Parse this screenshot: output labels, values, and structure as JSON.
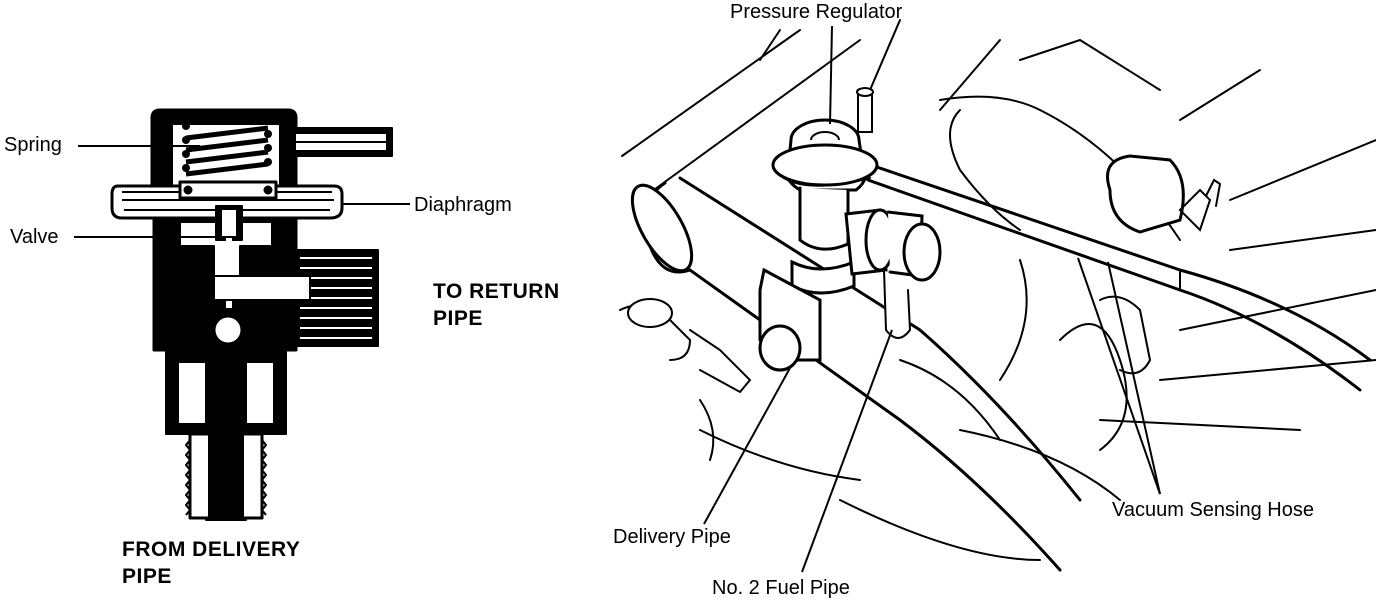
{
  "left_diagram": {
    "labels": {
      "spring": "Spring",
      "valve": "Valve",
      "diaphragm": "Diaphragm",
      "to_return_pipe_line1": "TO RETURN",
      "to_return_pipe_line2": "PIPE",
      "from_delivery_pipe_line1": "FROM DELIVERY",
      "from_delivery_pipe_line2": "PIPE"
    }
  },
  "right_diagram": {
    "labels": {
      "pressure_regulator": "Pressure Regulator",
      "vacuum_sensing_hose": "Vacuum Sensing Hose",
      "delivery_pipe": "Delivery Pipe",
      "no2_fuel_pipe": "No. 2 Fuel Pipe"
    }
  },
  "colors": {
    "ink": "#000000",
    "paper": "#ffffff"
  }
}
